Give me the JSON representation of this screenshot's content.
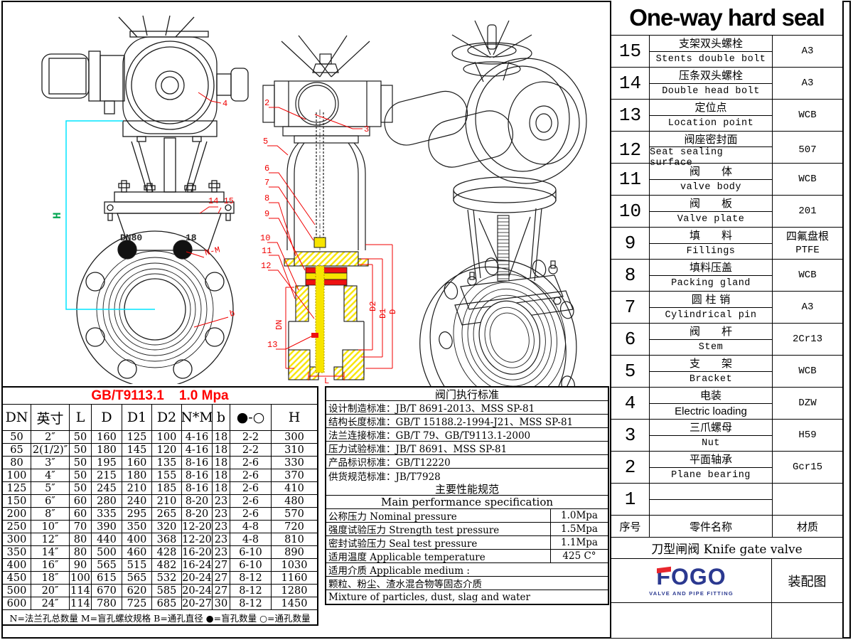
{
  "title": "One-way hard seal",
  "colors": {
    "red": "#f00000",
    "cyan": "#00e5ff",
    "green": "#00a651",
    "yellow": "#f7e400",
    "logo_blue": "#2b3990",
    "logo_red": "#e8262d"
  },
  "front_view": {
    "labels": {
      "actuator": "4",
      "bolts": "14 15",
      "nm": "N-M",
      "b": "b",
      "h": "H",
      "body_dn": "DN80",
      "body_18": "18"
    }
  },
  "section_view": {
    "callouts": [
      "2",
      "3",
      "5",
      "6",
      "7",
      "8",
      "9",
      "10",
      "11",
      "12",
      "13"
    ],
    "dims": {
      "dn": "DN",
      "d2": "D2",
      "d1": "D1",
      "d": "D",
      "l": "L"
    }
  },
  "parts_table": {
    "columns": {
      "no": "序号",
      "name": "零件名称",
      "material": "材质"
    },
    "rows": [
      {
        "no": "15",
        "name_zh": "支架双头螺栓",
        "name_en": "Stents double bolt",
        "material": "A3"
      },
      {
        "no": "14",
        "name_zh": "压条双头螺栓",
        "name_en": "Double head bolt",
        "material": "A3"
      },
      {
        "no": "13",
        "name_zh": "定位点",
        "name_en": "Location point",
        "material": "WCB"
      },
      {
        "no": "12",
        "name_zh": "阀座密封面",
        "name_en": "Seat sealing surface",
        "material": "507"
      },
      {
        "no": "11",
        "name_zh": "阀　　体",
        "name_en": "valve body",
        "material": "WCB"
      },
      {
        "no": "10",
        "name_zh": "阀　　板",
        "name_en": "Valve plate",
        "material": "201"
      },
      {
        "no": "9",
        "name_zh": "填　　料",
        "name_en": "Fillings",
        "material": "四氟盘根",
        "material2": "PTFE"
      },
      {
        "no": "8",
        "name_zh": "填料压盖",
        "name_en": "Packing gland",
        "material": "WCB"
      },
      {
        "no": "7",
        "name_zh": "圆 柱 销",
        "name_en": "Cylindrical pin",
        "material": "A3"
      },
      {
        "no": "6",
        "name_zh": "阀　　杆",
        "name_en": "Stem",
        "material": "2Cr13"
      },
      {
        "no": "5",
        "name_zh": "支　　架",
        "name_en": "Bracket",
        "material": "WCB"
      },
      {
        "no": "4",
        "name_zh": "电装",
        "name_en": "Electric loading",
        "en_sans": true,
        "material": "DZW"
      },
      {
        "no": "3",
        "name_zh": "三爪螺母",
        "name_en": "Nut",
        "material": "H59"
      },
      {
        "no": "2",
        "name_zh": "平面轴承",
        "name_en": "Plane bearing",
        "material": "Gcr15"
      },
      {
        "no": "1",
        "name_zh": "",
        "name_en": "",
        "material": ""
      }
    ],
    "product": "刀型闸阀 Knife gate valve",
    "logo": {
      "text": "FOGO",
      "subtitle": "VALVE AND PIPE FITTING"
    },
    "drawing_type": "装配图"
  },
  "dimension_table": {
    "title": "GB/T9113.1    1.0 Mpa",
    "headers": [
      "DN",
      "英寸",
      "L",
      "D",
      "D1",
      "D2",
      "N*M",
      "b",
      "●-○",
      "H"
    ],
    "rows": [
      [
        "50",
        "2″",
        "50",
        "160",
        "125",
        "100",
        "4-16",
        "18",
        "2-2",
        "300"
      ],
      [
        "65",
        "2(1/2)″",
        "50",
        "180",
        "145",
        "120",
        "4-16",
        "18",
        "2-2",
        "310"
      ],
      [
        "80",
        "3″",
        "50",
        "195",
        "160",
        "135",
        "8-16",
        "18",
        "2-6",
        "330"
      ],
      [
        "100",
        "4″",
        "50",
        "215",
        "180",
        "155",
        "8-16",
        "18",
        "2-6",
        "370"
      ],
      [
        "125",
        "5″",
        "50",
        "245",
        "210",
        "185",
        "8-16",
        "18",
        "2-6",
        "410"
      ],
      [
        "150",
        "6″",
        "60",
        "280",
        "240",
        "210",
        "8-20",
        "23",
        "2-6",
        "480"
      ],
      [
        "200",
        "8″",
        "60",
        "335",
        "295",
        "265",
        "8-20",
        "23",
        "2-6",
        "570"
      ],
      [
        "250",
        "10″",
        "70",
        "390",
        "350",
        "320",
        "12-20",
        "23",
        "4-8",
        "720"
      ],
      [
        "300",
        "12″",
        "80",
        "440",
        "400",
        "368",
        "12-20",
        "23",
        "4-8",
        "810"
      ],
      [
        "350",
        "14″",
        "80",
        "500",
        "460",
        "428",
        "16-20",
        "23",
        "6-10",
        "890"
      ],
      [
        "400",
        "16″",
        "90",
        "565",
        "515",
        "482",
        "16-24",
        "27",
        "6-10",
        "1030"
      ],
      [
        "450",
        "18″",
        "100",
        "615",
        "565",
        "532",
        "20-24",
        "27",
        "8-12",
        "1160"
      ],
      [
        "500",
        "20″",
        "114",
        "670",
        "620",
        "585",
        "20-24",
        "27",
        "8-12",
        "1280"
      ],
      [
        "600",
        "24″",
        "114",
        "780",
        "725",
        "685",
        "20-27",
        "30",
        "8-12",
        "1450"
      ]
    ],
    "footnote": "N=法兰孔总数量  M=盲孔螺纹规格  B=通孔直径  ●=盲孔数量  ○=通孔数量"
  },
  "standards_table": {
    "title": "阀门执行标准",
    "rows": [
      "设计制造标准：JB/T 8691-2013、MSS SP-81",
      "结构长度标准：GB/T 15188.2-1994-J21、MSS SP-81",
      "法兰连接标准：GB/T 79、GB/T9113.1-2000",
      "压力试验标准：JB/T 8691、MSS SP-81",
      "产品标识标准：GB/T12220",
      "供货规范标准：JB/T7928"
    ],
    "perf_title_zh": "主要性能规范",
    "perf_title_en": "Main performance specification",
    "perf_rows": [
      {
        "label": "公称压力 Nominal pressure",
        "value": "1.0Mpa"
      },
      {
        "label": "强度试验压力 Strength test pressure",
        "value": "1.5Mpa"
      },
      {
        "label": "密封试验压力 Seal test pressure",
        "value": "1.1Mpa"
      },
      {
        "label": "适用温度 Applicable temperature",
        "value": "425 C°"
      }
    ],
    "medium_label": "适用介质 Applicable medium :",
    "medium_zh": "颗粒、粉尘、渣水混合物等固态介质",
    "medium_en": "Mixture of particles, dust, slag and water"
  }
}
